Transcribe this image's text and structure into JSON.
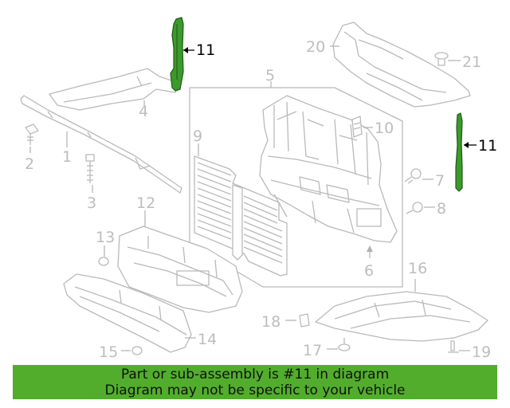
{
  "callouts": {
    "c1": "1",
    "c2": "2",
    "c3": "3",
    "c4": "4",
    "c5": "5",
    "c6": "6",
    "c7": "7",
    "c8": "8",
    "c9": "9",
    "c10": "10",
    "c11": "11",
    "c12": "12",
    "c13": "13",
    "c14": "14",
    "c15": "15",
    "c16": "16",
    "c17": "17",
    "c18": "18",
    "c19": "19",
    "c20": "20",
    "c21": "21"
  },
  "highlight_color": "#3c9a2c",
  "banner": {
    "line1": "Part or sub-assembly is #11 in diagram",
    "line2": "Diagram may not be specific to your vehicle",
    "color": "#52ad2c"
  }
}
